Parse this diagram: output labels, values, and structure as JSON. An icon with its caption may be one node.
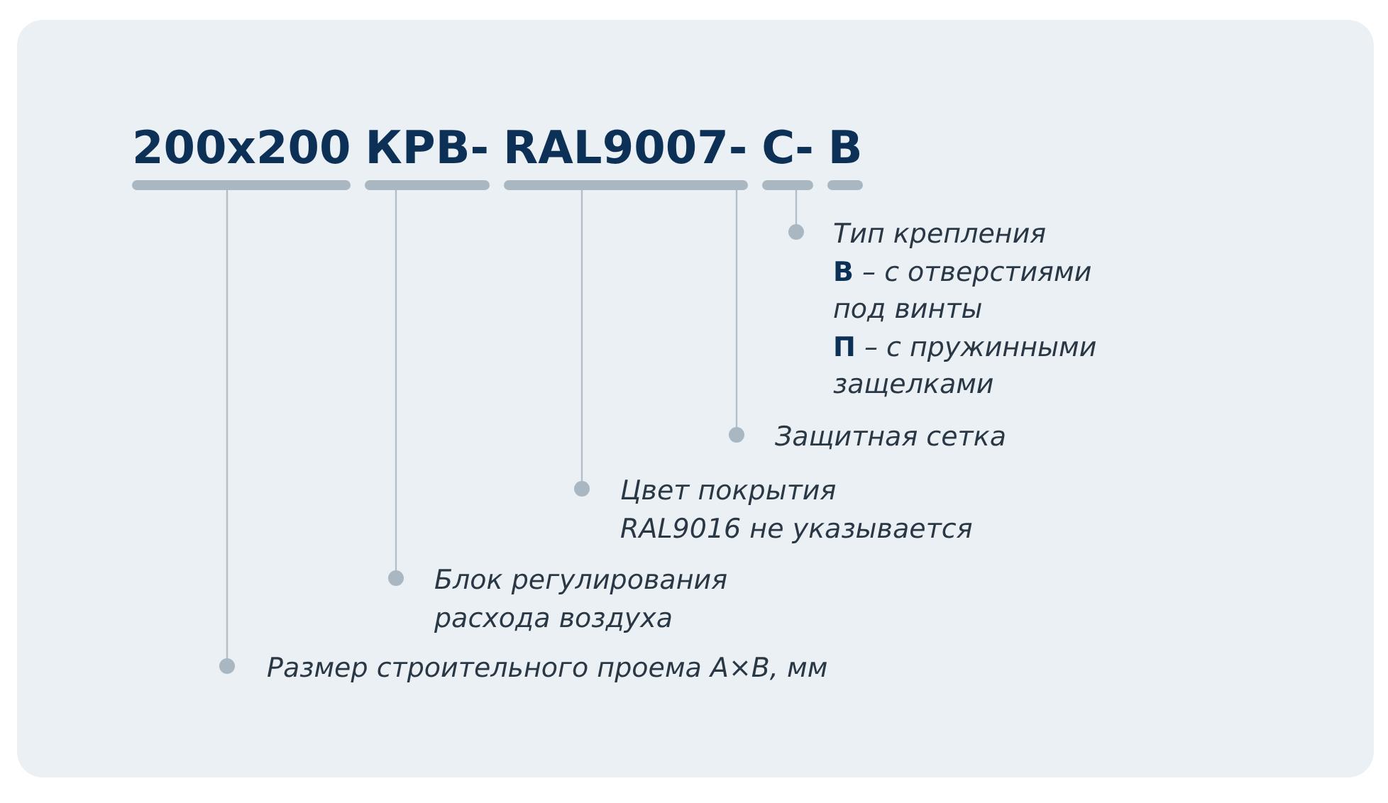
{
  "diagram": {
    "nodes": [
      {
        "text": [
          "200x200"
        ]
      },
      {
        "text": [
          "КРВ-"
        ]
      },
      {
        "text": [
          "RAL9007-"
        ]
      },
      {
        "text": [
          "С-"
        ]
      },
      {
        "text": [
          "В"
        ]
      },
      {
        "text": [
          "Тип крепления",
          "**В** – с отверстиями под винты",
          "**П** – с пружинными защелками"
        ]
      },
      {
        "text": [
          "Защитная сетка"
        ]
      },
      {
        "text": [
          "Цвет покрытия RAL9016 не указывается"
        ]
      },
      {
        "text": [
          "Блок регулирования расхода воздуха"
        ]
      },
      {
        "text": [
          "Размер строительного проема А×В, мм"
        ]
      }
    ],
    "edges": [
      {
        "from": 0,
        "to": 9,
        "arrow": "other"
      },
      {
        "from": 1,
        "to": 8,
        "arrow": "other"
      },
      {
        "from": 2,
        "to": 7,
        "arrow": "other"
      },
      {
        "from": 2,
        "to": 6,
        "arrow": "other"
      },
      {
        "from": 3,
        "to": 5,
        "arrow": "other"
      }
    ]
  }
}
